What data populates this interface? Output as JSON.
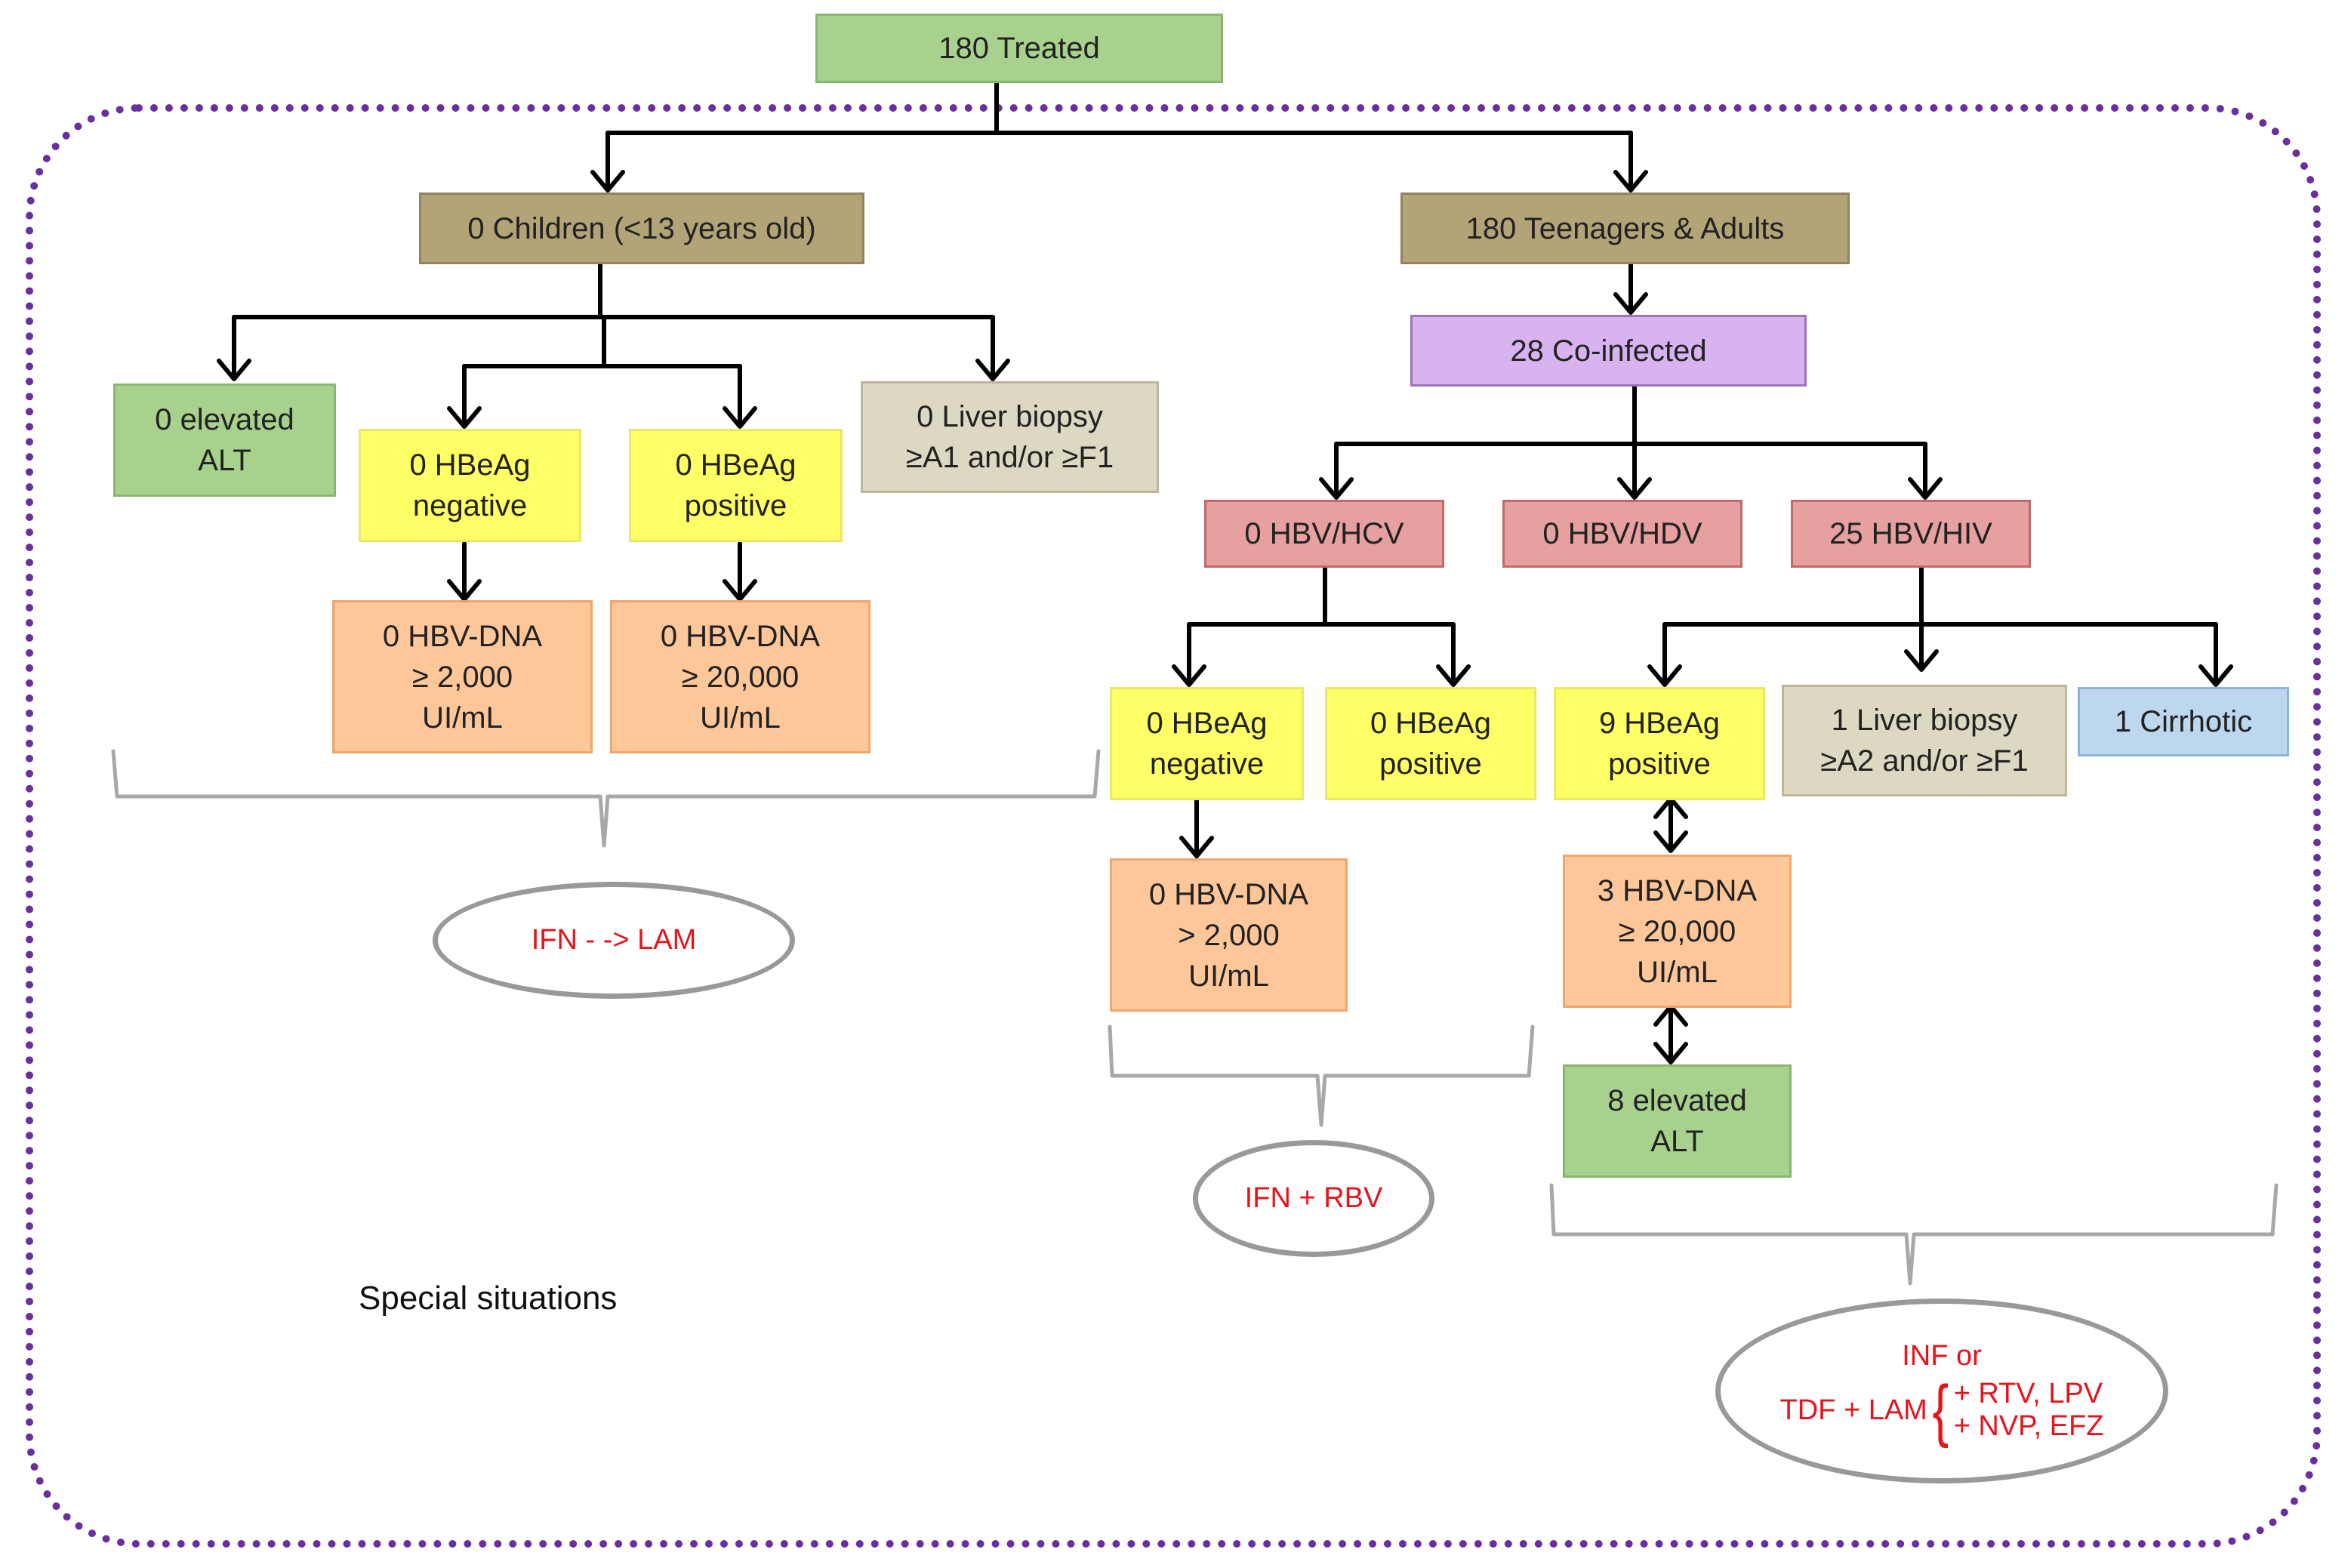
{
  "root": "180 Treated",
  "children_branch": {
    "label": "0 Children (<13 years old)",
    "elevated_alt": "0 elevated\nALT",
    "hbeag_negative": "0 HBeAg\nnegative",
    "hbeag_positive": "0 HBeAg\npositive",
    "liver_biopsy": "0 Liver biopsy\n≥A1 and/or ≥F1",
    "dna_negative": "0 HBV-DNA\n≥ 2,000\nUI/mL",
    "dna_positive": "0 HBV-DNA\n≥ 20,000\nUI/mL",
    "treatment": "IFN - -> LAM"
  },
  "adults_branch": {
    "label": "180 Teenagers & Adults",
    "coinfected": "28 Co-infected",
    "hbv_hcv": "0 HBV/HCV",
    "hbv_hdv": "0 HBV/HDV",
    "hbv_hiv": "25 HBV/HIV",
    "hcv_hbeag_negative": "0 HBeAg\nnegative",
    "hcv_hbeag_positive": "0 HBeAg\npositive",
    "hcv_dna": "0 HBV-DNA\n> 2,000\nUI/mL",
    "hcv_treatment": "IFN + RBV",
    "hiv_hbeag_positive": "9 HBeAg\npositive",
    "hiv_liver_biopsy": "1 Liver biopsy\n≥A2 and/or ≥F1",
    "hiv_cirrhotic": "1 Cirrhotic",
    "hiv_dna": "3 HBV-DNA\n≥ 20,000\nUI/mL",
    "hiv_elevated_alt": "8 elevated\nALT",
    "hiv_treatment": {
      "line1": "INF or",
      "base": "TDF + LAM",
      "brace": "{",
      "option1": "+ RTV, LPV",
      "option2": "+  NVP, EFZ"
    }
  },
  "frame_label": "Special situations",
  "colors": {
    "frame_border": "#6a2e9e",
    "treatment_text": "#e8131b",
    "ellipse_border": "#999999"
  }
}
